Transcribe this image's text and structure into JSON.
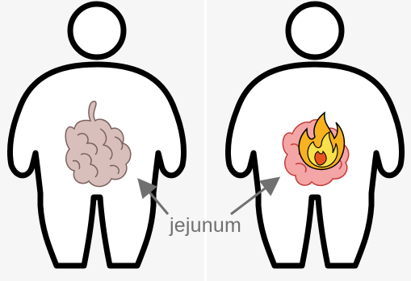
{
  "annotation": {
    "label": "jejunum"
  },
  "figures": [
    {
      "id": "healthy",
      "intestine_state": "normal",
      "intestine_fill": "#d8bfbb"
    },
    {
      "id": "inflamed",
      "intestine_state": "inflamed",
      "intestine_fill": "#f4a5a5",
      "overlay_icon": "flame-icon"
    }
  ],
  "colors": {
    "outline": "#000000",
    "arrow": "#707070",
    "panel_background": "#f4f4f4",
    "flame_outer": "#f6b21f",
    "flame_inner": "#f8e04a",
    "flame_core": "#e8531d"
  }
}
